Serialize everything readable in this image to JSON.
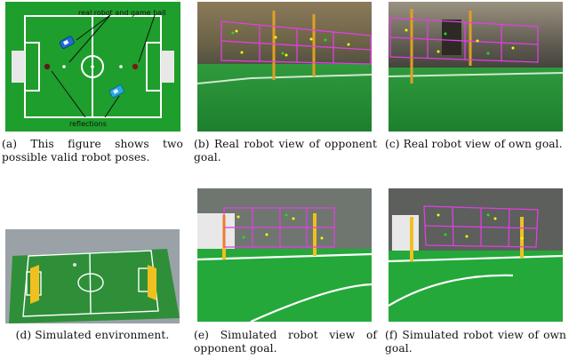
{
  "figure": {
    "panels": [
      {
        "id": "a",
        "annotations": {
          "top": "real robot and game ball",
          "bottom": "reflections"
        },
        "caption": "(a) This figure shows two possible valid robot poses."
      },
      {
        "id": "b",
        "caption": "(b) Real robot view of opponent goal."
      },
      {
        "id": "c",
        "caption": "(c) Real robot view of own goal."
      },
      {
        "id": "d",
        "caption": "(d) Simulated environment."
      },
      {
        "id": "e",
        "caption": "(e) Simulated robot view of opponent goal."
      },
      {
        "id": "f",
        "caption": "(f) Simulated robot view of own goal."
      }
    ],
    "colors": {
      "field_green": "#1e9e2c",
      "sim_green": "#24a83a",
      "marker_magenta": "#e040e0",
      "goal_yellow": "#f0c020",
      "robot_blue": "#1e6ed8",
      "ball_cyan": "#2aa8e8"
    }
  }
}
